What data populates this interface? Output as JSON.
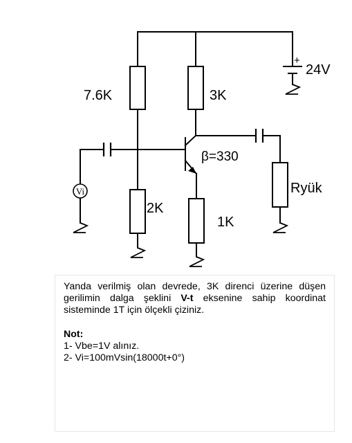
{
  "circuit": {
    "supply_label": "24V",
    "supply_plus": "+",
    "r1_label": "7.6K",
    "r2_label": "2K",
    "rc_label": "3K",
    "re_label": "1K",
    "load_label": "Ryük",
    "beta_label": "β=330",
    "source_label": "Vi"
  },
  "question": {
    "text_before": "Yanda verilmiş olan devrede, 3K direnci üzerine düşen gerilimin dalga şeklini ",
    "bold": "V-t",
    "text_after": " eksenine sahip koordinat sisteminde 1T için ölçekli çiziniz."
  },
  "notes": {
    "title": "Not:",
    "items": [
      "1- Vbe=1V alınız.",
      "2- Vi=100mVsin(18000t+0°)"
    ]
  }
}
